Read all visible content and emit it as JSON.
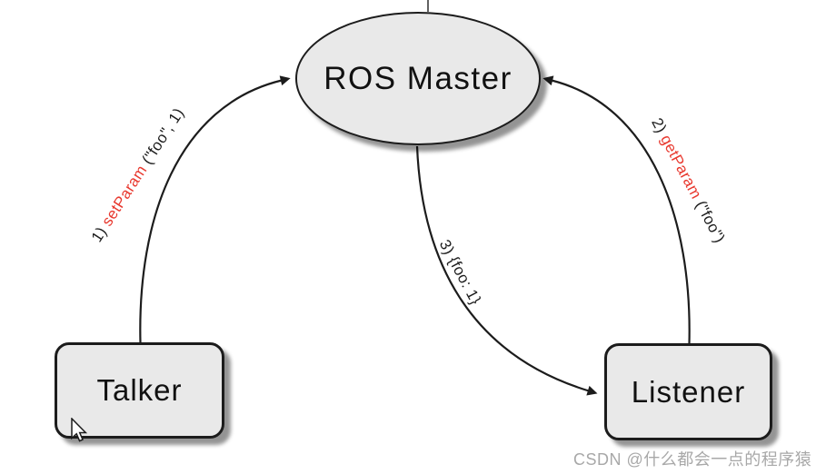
{
  "diagram": {
    "nodes": {
      "ros_master": {
        "label": "ROS Master",
        "shape": "ellipse"
      },
      "talker": {
        "label": "Talker",
        "shape": "rounded-box"
      },
      "listener": {
        "label": "Listener",
        "shape": "rounded-box"
      }
    },
    "edges": {
      "set_param": {
        "order": "1) ",
        "method": "setParam",
        "args": " (\"foo\", 1)",
        "from": "Talker",
        "to": "ROS Master"
      },
      "get_param": {
        "order": "2) ",
        "method": "getParam",
        "args": " (\"foo\")",
        "from": "Listener",
        "to": "ROS Master"
      },
      "return_value": {
        "label": "3) {foo: 1}",
        "from": "ROS Master",
        "to": "Listener"
      }
    }
  },
  "colors": {
    "method_red": "#e8382e",
    "node_fill": "#e9e9e9",
    "outline": "#1c1c1c",
    "watermark": "#a8a8a8"
  },
  "watermark": {
    "text": "CSDN @什么都会一点的程序猿"
  }
}
